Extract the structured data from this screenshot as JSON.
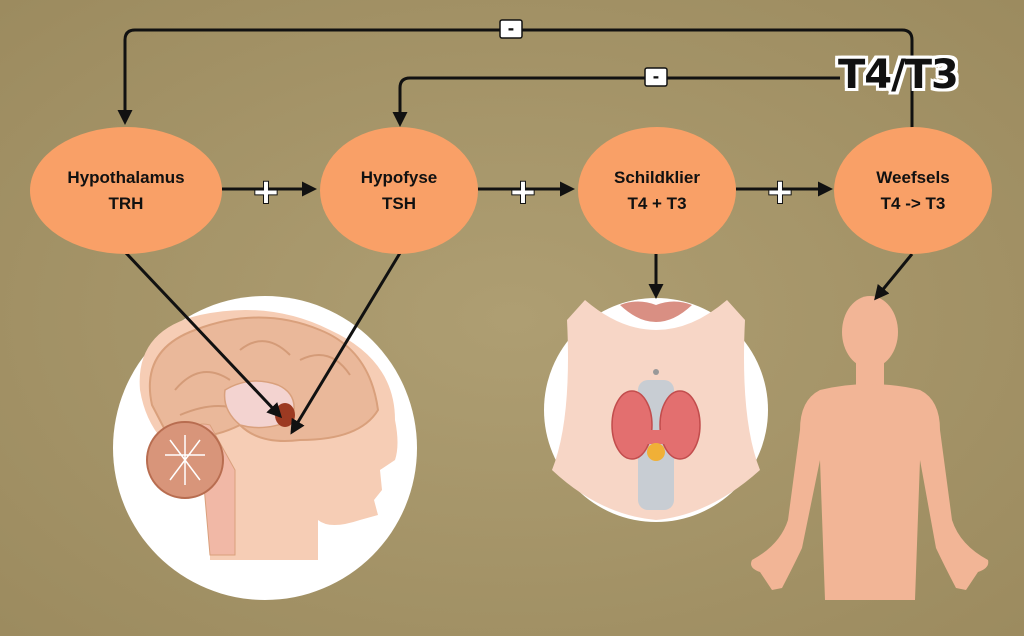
{
  "nodes": {
    "hypothalamus": {
      "name": "Hypothalamus",
      "hormone": "TRH"
    },
    "hypofyse": {
      "name": "Hypofyse",
      "hormone": "TSH"
    },
    "schildklier": {
      "name": "Schildklier",
      "hormone": "T4 + T3"
    },
    "weefsels": {
      "name": "Weefsels",
      "hormone": "T4 -> T3"
    }
  },
  "feedback_label": "T4/T3",
  "stimulation_sign": "+",
  "inhibition_sign": "-",
  "colors": {
    "background": "#a6956a",
    "node_fill": "#f9a067",
    "skin": "#f2b596",
    "arrow": "#111111"
  },
  "illustrations": [
    "brain-illustration",
    "thyroid-neck-illustration",
    "human-body-silhouette"
  ]
}
